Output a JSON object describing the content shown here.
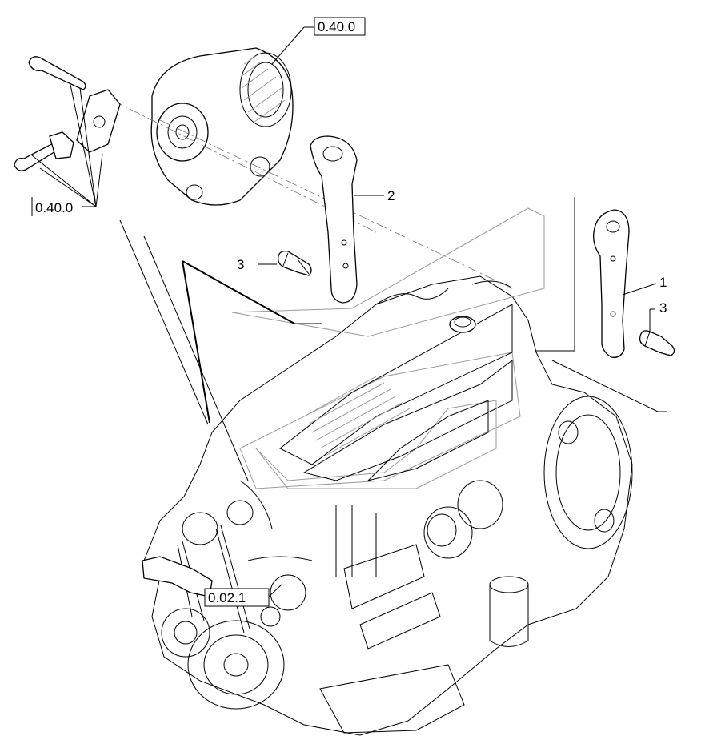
{
  "references": {
    "alternator_ref": "0.40.0",
    "bracket_ref": "0.40.0",
    "engine_ref": "0.02.1"
  },
  "callouts": {
    "item_1": "1",
    "item_2": "2",
    "item_3_left": "3",
    "item_3_right": "3"
  }
}
